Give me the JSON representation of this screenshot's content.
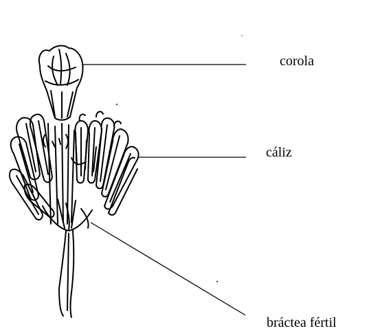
{
  "labels": {
    "corola": "corola",
    "caliz": "cáliz",
    "bractea": "bráctea fértil"
  },
  "colors": {
    "ink": "#000000",
    "background": "#ffffff"
  }
}
